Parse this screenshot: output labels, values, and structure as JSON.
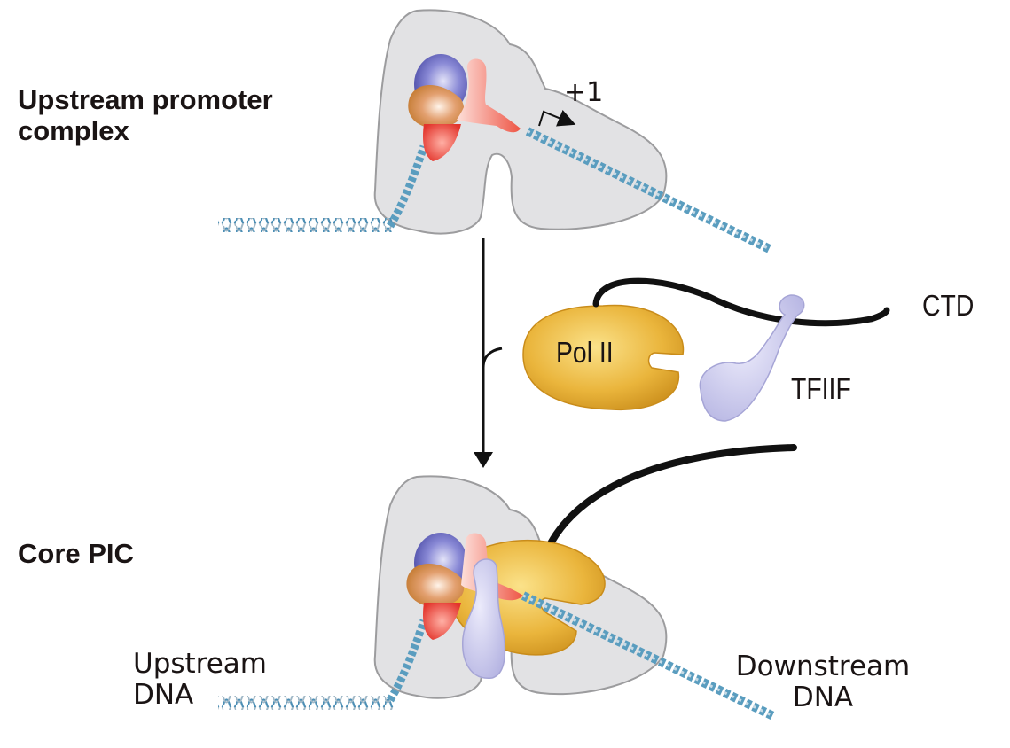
{
  "title": "Assembly of the core preinitiation complex (PIC) with Pol II and TFIIF",
  "stages": [
    {
      "id": "top",
      "label_line1": "Upstream promoter",
      "label_line2": "complex",
      "tss_label": "+1"
    },
    {
      "id": "bottom",
      "label": "Core PIC"
    }
  ],
  "components": {
    "pol2": "Pol II",
    "ctd": "CTD",
    "tfiif": "TFIIF"
  },
  "dna_labels": {
    "upstream_line1": "Upstream",
    "upstream_line2": "DNA",
    "downstream_line1": "Downstream",
    "downstream_line2": "DNA"
  },
  "colors": {
    "complex_gray": "#e1e1e3",
    "complex_outline": "#9a9a9c",
    "pol2_gold": "#e7b23a",
    "tfiif_lavender": "#c9c9ee",
    "tbp_blue": "#6f6fc6",
    "tfiib_orange": "#d98a4a",
    "tfiia_red": "#e9443a",
    "dna_blue": "#5a9dbf",
    "ink": "#111111"
  }
}
